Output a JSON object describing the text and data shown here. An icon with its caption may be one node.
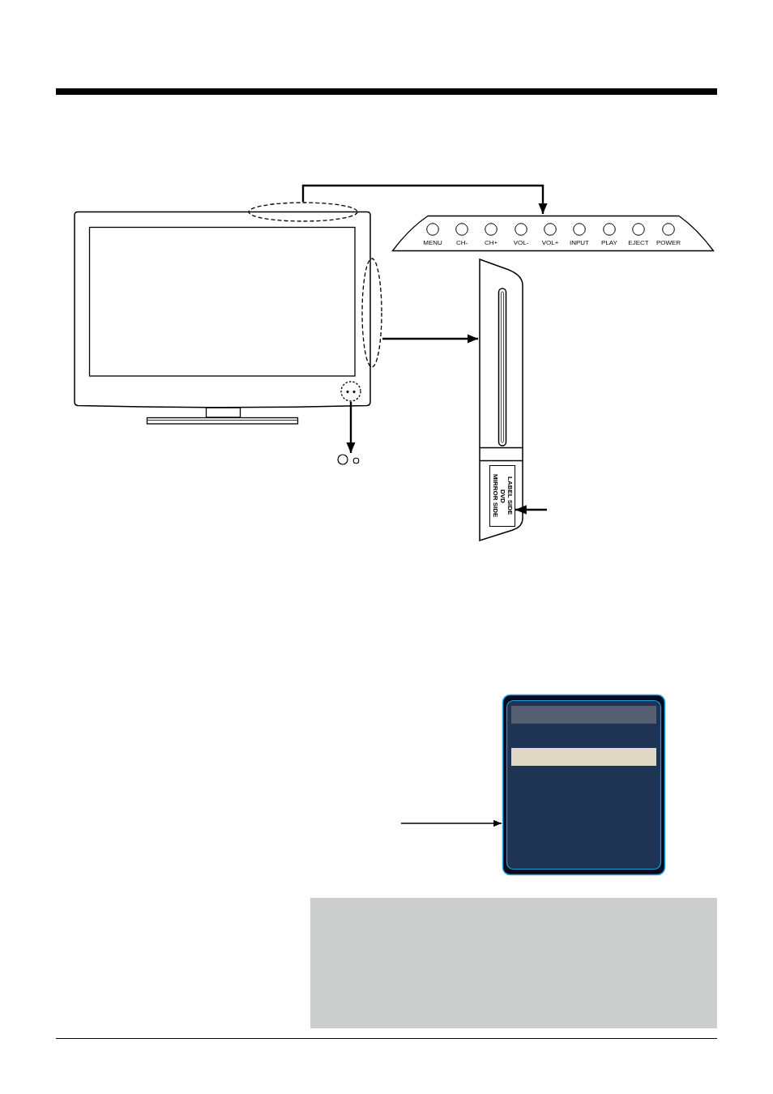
{
  "diagram": {
    "nodes": [
      {
        "text": [],
        "shape": "picture"
      },
      {
        "text": [],
        "shape": "ellipse",
        "in": 0
      },
      {
        "text": [],
        "shape": "trapezoid"
      },
      {
        "text": [
          "MENU"
        ],
        "in": 2
      },
      {
        "text": [
          "CH-"
        ],
        "in": 2
      },
      {
        "text": [
          "CH+"
        ],
        "in": 2
      },
      {
        "text": [
          "VOL-"
        ],
        "in": 2
      },
      {
        "text": [
          "VOL+"
        ],
        "in": 2
      },
      {
        "text": [
          "INPUT"
        ],
        "in": 2
      },
      {
        "text": [
          "PLAY"
        ],
        "in": 2
      },
      {
        "text": [
          "EJECT"
        ],
        "in": 2
      },
      {
        "text": [
          "POWER"
        ],
        "in": 2
      },
      {
        "text": [],
        "shape": "ellipse",
        "in": 0
      },
      {
        "text": [],
        "shape": "circle",
        "in": 0
      },
      {
        "text": [],
        "shape": "picture"
      },
      {
        "text": [
          "LABEL SIDE",
          "DVD",
          "MIRROR SIDE"
        ],
        "in": 14
      },
      {
        "text": [],
        "shape": "picture"
      },
      {
        "text": [],
        "shape": "box"
      },
      {
        "text": [],
        "shape": "box"
      }
    ],
    "edges": [
      {
        "from": 1,
        "to": 2,
        "arrow": "to"
      },
      {
        "from": 12,
        "to": 14,
        "arrow": "to"
      },
      {
        "from": 13,
        "to": 16,
        "arrow": "to"
      },
      {
        "from": null,
        "to": 15,
        "arrow": "to"
      },
      {
        "from": null,
        "to": 17,
        "arrow": "to"
      }
    ]
  }
}
